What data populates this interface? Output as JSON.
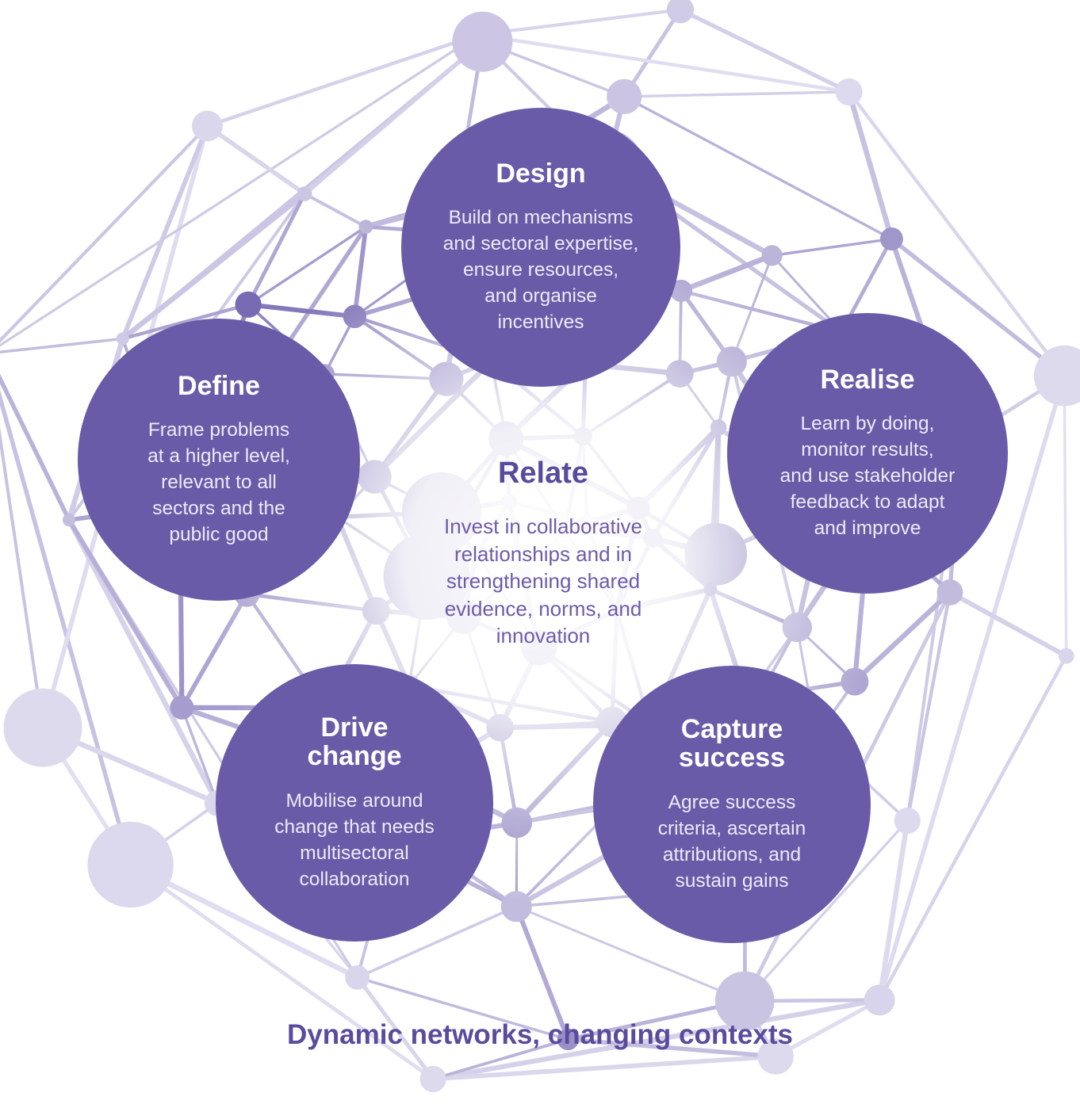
{
  "diagram": {
    "caption": "Dynamic networks, changing contexts",
    "center": {
      "title": "Relate",
      "body": "Invest in collaborative\nrelationships and in\nstrengthening shared\nevidence, norms, and\ninnovation"
    },
    "stages": [
      {
        "id": "design",
        "title": "Design",
        "body": "Build on mechanisms\nand sectoral expertise,\nensure resources,\nand organise\nincentives"
      },
      {
        "id": "define",
        "title": "Define",
        "body": "Frame problems\nat a higher level,\nrelevant to all\nsectors and the\npublic good"
      },
      {
        "id": "realise",
        "title": "Realise",
        "body": "Learn by doing,\nmonitor results,\nand use stakeholder\nfeedback to adapt\nand improve"
      },
      {
        "id": "drive-change",
        "title": "Drive change",
        "body": "Mobilise around\nchange that needs\nmultisectoral\ncollaboration"
      },
      {
        "id": "capture-success",
        "title": "Capture success",
        "body": "Agree success\ncriteria, ascertain\nattributions, and\nsustain gains"
      }
    ]
  },
  "colors": {
    "background": "#ffffff",
    "stage_fill": "#6a5ba8",
    "stage_title_text": "#ffffff",
    "stage_body_text": "#edeaf7",
    "relate_title_text": "#584a9c",
    "relate_body_text": "#6c5dab",
    "caption_text": "#5a4b9d",
    "node_light": "#e2dff1",
    "node_dark": "#6c5dab"
  }
}
